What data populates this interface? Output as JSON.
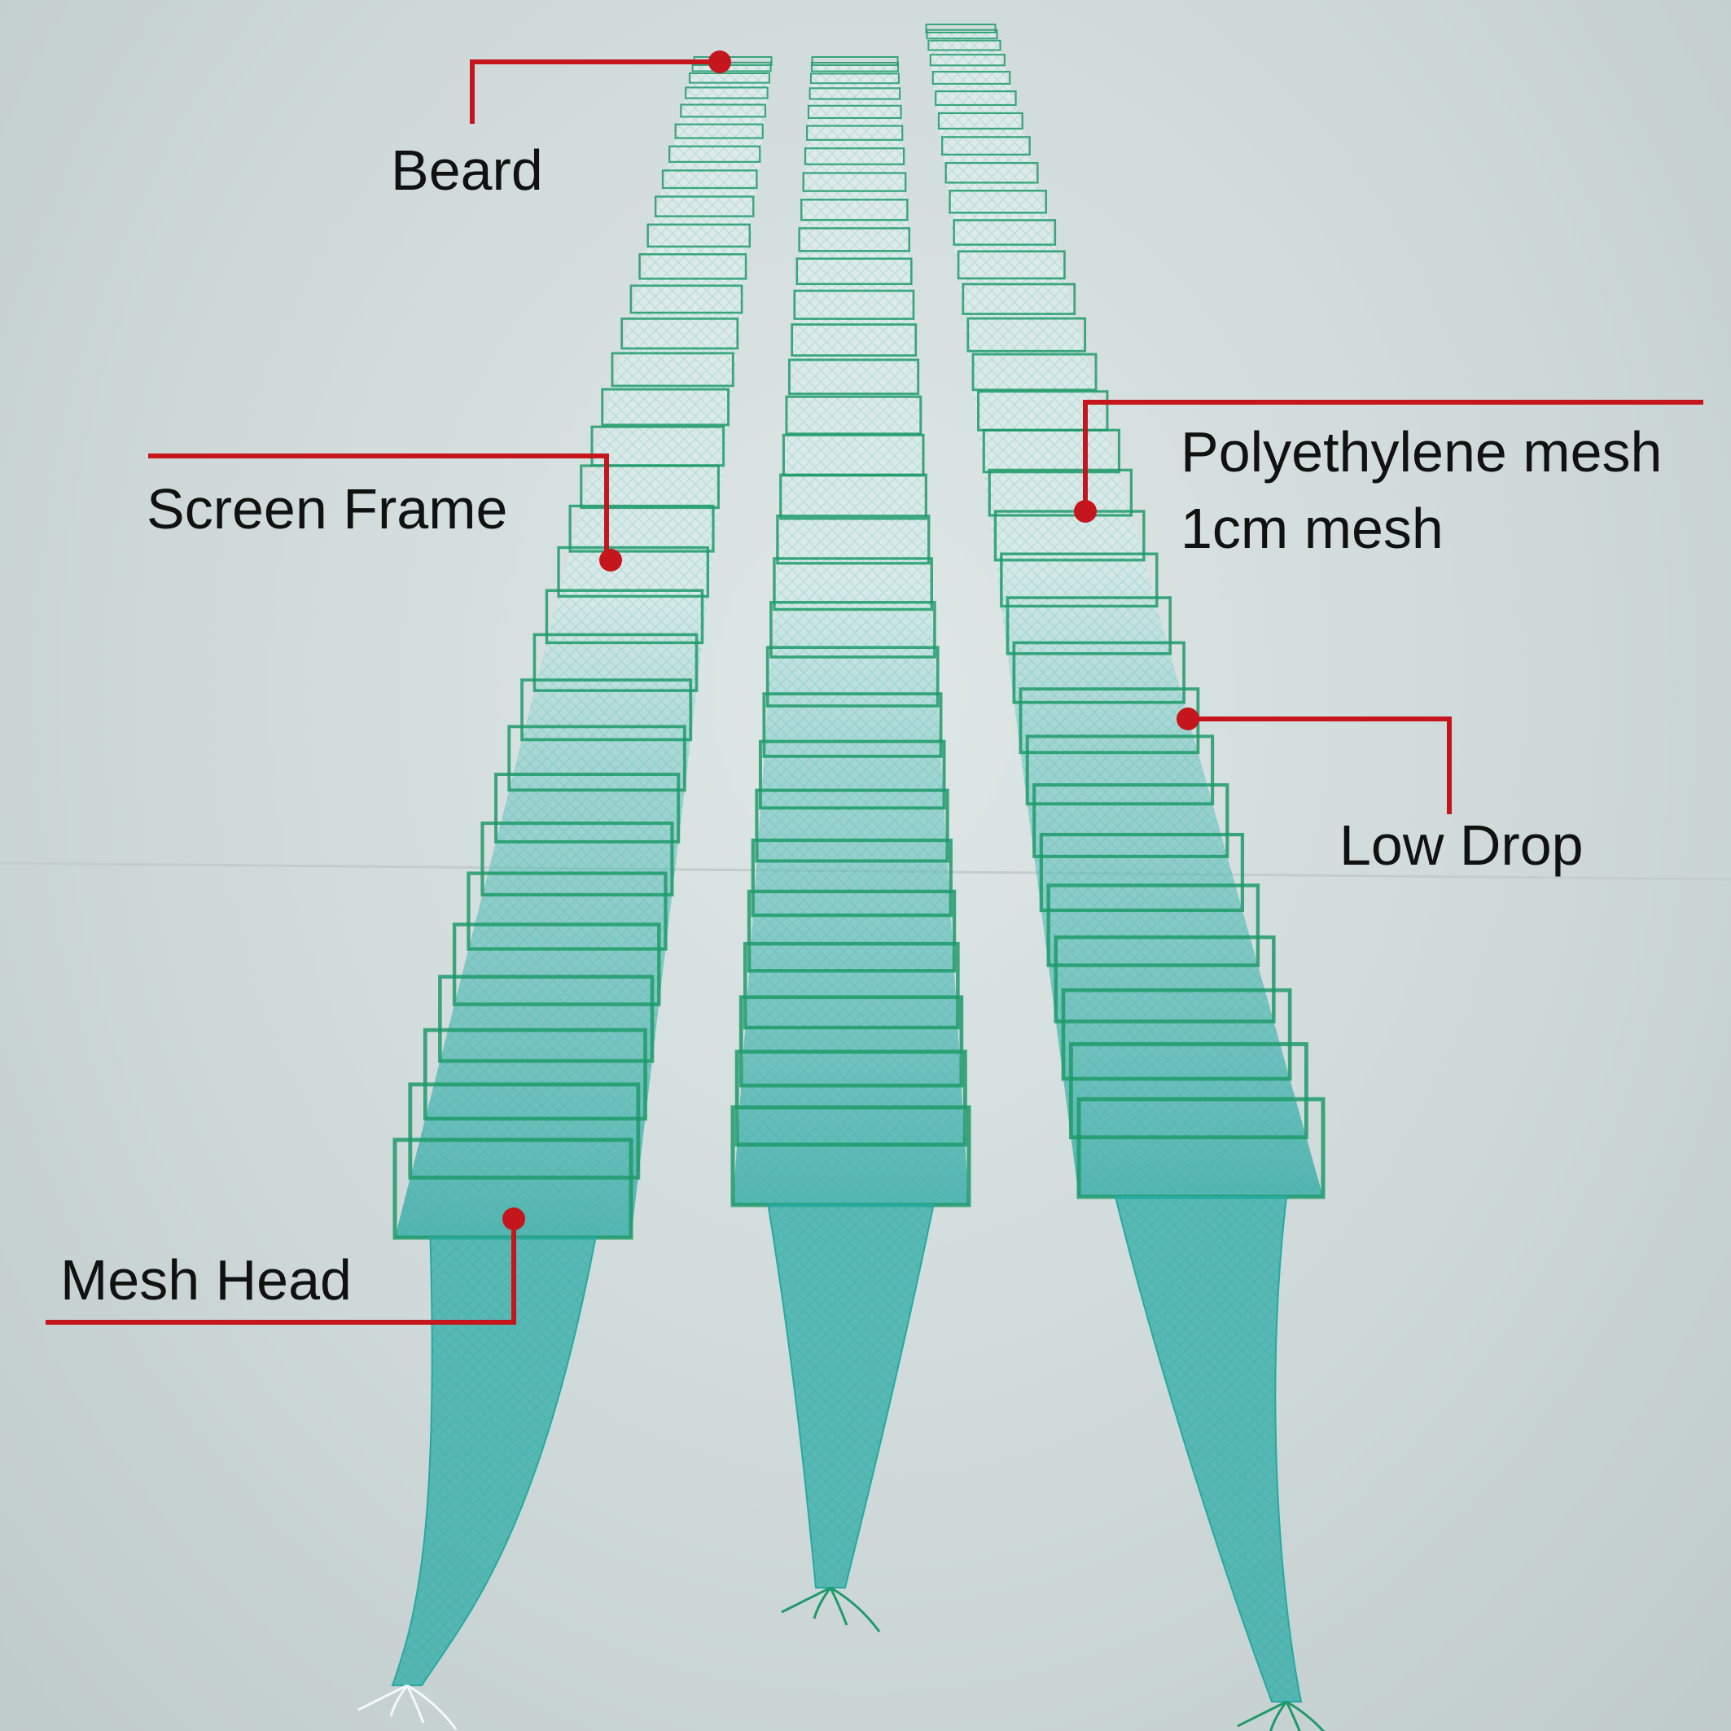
{
  "colors": {
    "callout_line": "#c4161c",
    "label_text": "#111111",
    "net_light": "#7fd3cc",
    "net_dark": "#25a9a3",
    "frame_green": "#1e9a6a",
    "floor": "#d2dcdc"
  },
  "callouts": {
    "beard": {
      "label": "Beard"
    },
    "screen_frame": {
      "label": "Screen Frame"
    },
    "polyethylene_mesh": {
      "line1": "Polyethylene mesh",
      "line2": "1cm mesh"
    },
    "low_drop": {
      "label": "Low Drop"
    },
    "mesh_head": {
      "label": "Mesh Head"
    }
  },
  "traps": [
    {
      "id": "left",
      "rope": "white"
    },
    {
      "id": "middle",
      "rope": "green"
    },
    {
      "id": "right",
      "rope": "green"
    }
  ]
}
